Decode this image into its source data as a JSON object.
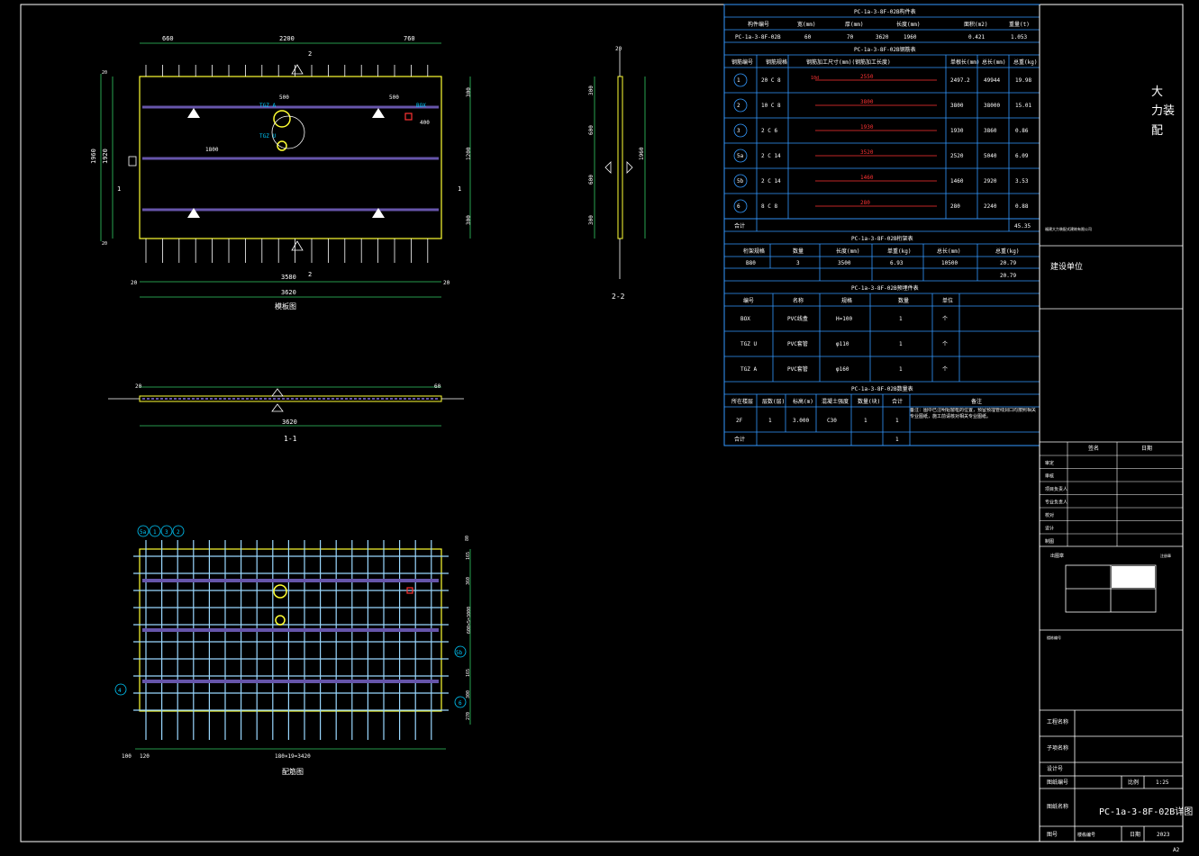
{
  "colors": {
    "background": "#000000",
    "frame": "#ffffff",
    "outline": "#ffff33",
    "rebar": "#9ad8ff",
    "dim": "#33cc66",
    "table": "#3399ff",
    "steel_band": "#6655aa",
    "red": "#ff3333",
    "cyan": "#00ccff"
  },
  "views": {
    "plan": {
      "title": "模板图",
      "dim_top": [
        "660",
        "2200",
        "760"
      ],
      "dim_bottom": [
        "3580",
        "3620"
      ],
      "dim_bottom_ends": [
        "20",
        "20"
      ],
      "dim_left_outer": "1960",
      "dim_left_inner": "1920",
      "dim_left_ends": [
        "20",
        "20"
      ],
      "dim_right": [
        "300",
        "1200",
        "300"
      ],
      "section_mark_top": "2",
      "section_mark_side": "1",
      "hole_labels": [
        "TGZ A",
        "TGZ U",
        "BOX",
        "500",
        "500",
        "400",
        "1800"
      ]
    },
    "section_1": {
      "title": "1-1",
      "dim": "3620",
      "dim_ends": [
        "20",
        "60"
      ]
    },
    "section_2": {
      "title": "2-2",
      "dim_left": [
        "300",
        "600",
        "600",
        "300"
      ],
      "dim_right": "1960",
      "dim_top": "20"
    },
    "rebar": {
      "title": "配筋图",
      "circle_labels": [
        "5a",
        "1",
        "3",
        "2",
        "5b",
        "6",
        "4"
      ],
      "dim_bottom": [
        "100",
        "120",
        "180×19=3420"
      ],
      "dim_right": [
        "80",
        "165",
        "360",
        "600×5=3000",
        "165",
        "300",
        "270"
      ]
    }
  },
  "tables": {
    "component": {
      "title": "PC-1a-3-8F-02B构件表",
      "headers": [
        "构件编号",
        "宽(mm)",
        "厚(mm)",
        "长度(mm)",
        "面积(m2)",
        "重量(t)"
      ],
      "row": [
        "PC-1a-3-8F-02B",
        "60",
        "70",
        "3620",
        "1960",
        "0.421",
        "1.053"
      ]
    },
    "rebar": {
      "title": "PC-1a-3-8F-02B钢筋表",
      "headers": [
        "钢筋编号",
        "钢筋规格",
        "钢筋加工尺寸(mm)(钢筋加工长度)",
        "单根长(mm)",
        "总长(mm)",
        "总重(kg)"
      ],
      "rows": [
        {
          "id": "1",
          "spec": "20 C 8",
          "shape": "2550",
          "len": "2497.2",
          "total": "49944",
          "wt": "19.98"
        },
        {
          "id": "2",
          "spec": "10 C 8",
          "shape": "3800",
          "len": "3800",
          "total": "38000",
          "wt": "15.01"
        },
        {
          "id": "3",
          "spec": "2 C 6",
          "shape": "1930",
          "len": "1930",
          "total": "3860",
          "wt": "0.86"
        },
        {
          "id": "5a",
          "spec": "2 C 14",
          "shape": "3520",
          "len": "2520",
          "total": "5040",
          "wt": "6.09"
        },
        {
          "id": "5b",
          "spec": "2 C 14",
          "shape": "1460",
          "len": "1460",
          "total": "2920",
          "wt": "3.53"
        },
        {
          "id": "6",
          "spec": "8 C 8",
          "shape": "280",
          "len": "280",
          "total": "2240",
          "wt": "0.88"
        }
      ],
      "total_label": "合计",
      "total_value": "45.35",
      "shape_mark": "10d"
    },
    "truss": {
      "title": "PC-1a-3-8F-02B桁架表",
      "headers": [
        "桁架规格",
        "数量",
        "长度(mm)",
        "单重(kg)",
        "总长(mm)",
        "总重(kg)"
      ],
      "row": [
        "B80",
        "3",
        "3500",
        "6.93",
        "10500",
        "20.79"
      ],
      "total": "20.79"
    },
    "embedded": {
      "title": "PC-1a-3-8F-02B预埋件表",
      "headers": [
        "编号",
        "名称",
        "规格",
        "数量",
        "单位"
      ],
      "rows": [
        [
          "BOX",
          "PVC线盒",
          "H=100",
          "1",
          "个"
        ],
        [
          "TGZ U",
          "PVC套管",
          "φ110",
          "1",
          "个"
        ],
        [
          "TGZ A",
          "PVC套管",
          "φ160",
          "1",
          "个"
        ]
      ]
    },
    "quantity": {
      "title": "PC-1a-3-8F-02B数量表",
      "headers": [
        "所在楼层",
        "层数(层)",
        "标高(m)",
        "混凝土强度",
        "数量(块)",
        "合计",
        "备注"
      ],
      "row": [
        "2F",
        "1",
        "3.000",
        "C30",
        "1",
        "1"
      ],
      "note": "备注：图中已注明铝窗框的位置，预留预埋管线洞口均按照相关专业图纸，施工前请核对相关专业图纸。",
      "total_label": "合计",
      "total": "1"
    }
  },
  "titleblock": {
    "company_chars": [
      "大",
      "力",
      "装",
      "配"
    ],
    "company_small": "福建大力装配式建筑有限公司",
    "design_unit": "建设单位",
    "sign_headers": [
      "签名",
      "日期"
    ],
    "sign_rows": [
      "审定",
      "审核",
      "项目负责人",
      "专业负责人",
      "校对",
      "设计",
      "制图"
    ],
    "stamp_label": "出图章",
    "stamp_right": "注册章",
    "project_label": "工程名称",
    "project_value": "",
    "sub_label": "子项名称",
    "drawing_no_label": "设计号",
    "stage_label": "图纸编号",
    "scale_label": "比例",
    "scale_value": "1:25",
    "drawing_name_label": "图纸名称",
    "drawing_name": "PC-1a-3-8F-02B详图",
    "date_label": "日期",
    "date_value": "2023",
    "sheet_label": "图号",
    "sheet_value": "",
    "building_label": "楼栋编号",
    "paper_size": "A2"
  }
}
